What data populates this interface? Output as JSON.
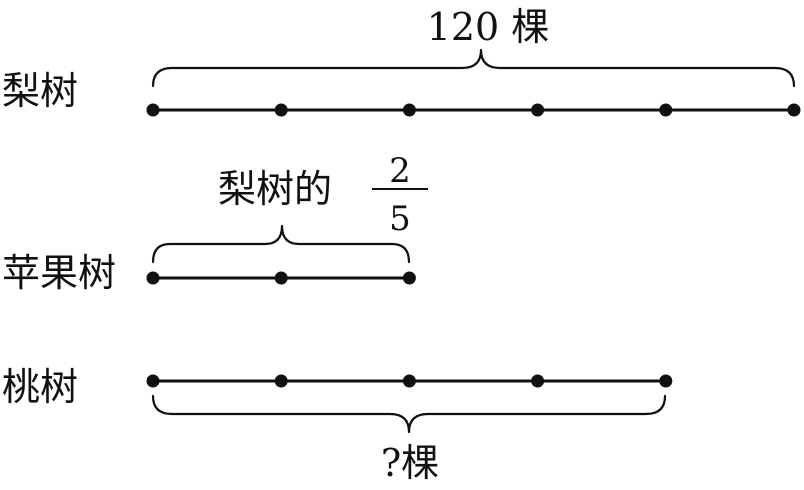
{
  "rows": {
    "pear": {
      "label": "梨树",
      "units": 5
    },
    "apple": {
      "label": "苹果树",
      "units": 2
    },
    "peach": {
      "label": "桃树",
      "units": 4
    }
  },
  "annotations": {
    "pear_total": "120 棵",
    "apple_prefix": "梨树的",
    "apple_fraction": {
      "numerator": "2",
      "denominator": "5"
    },
    "peach_unknown": "?棵"
  }
}
